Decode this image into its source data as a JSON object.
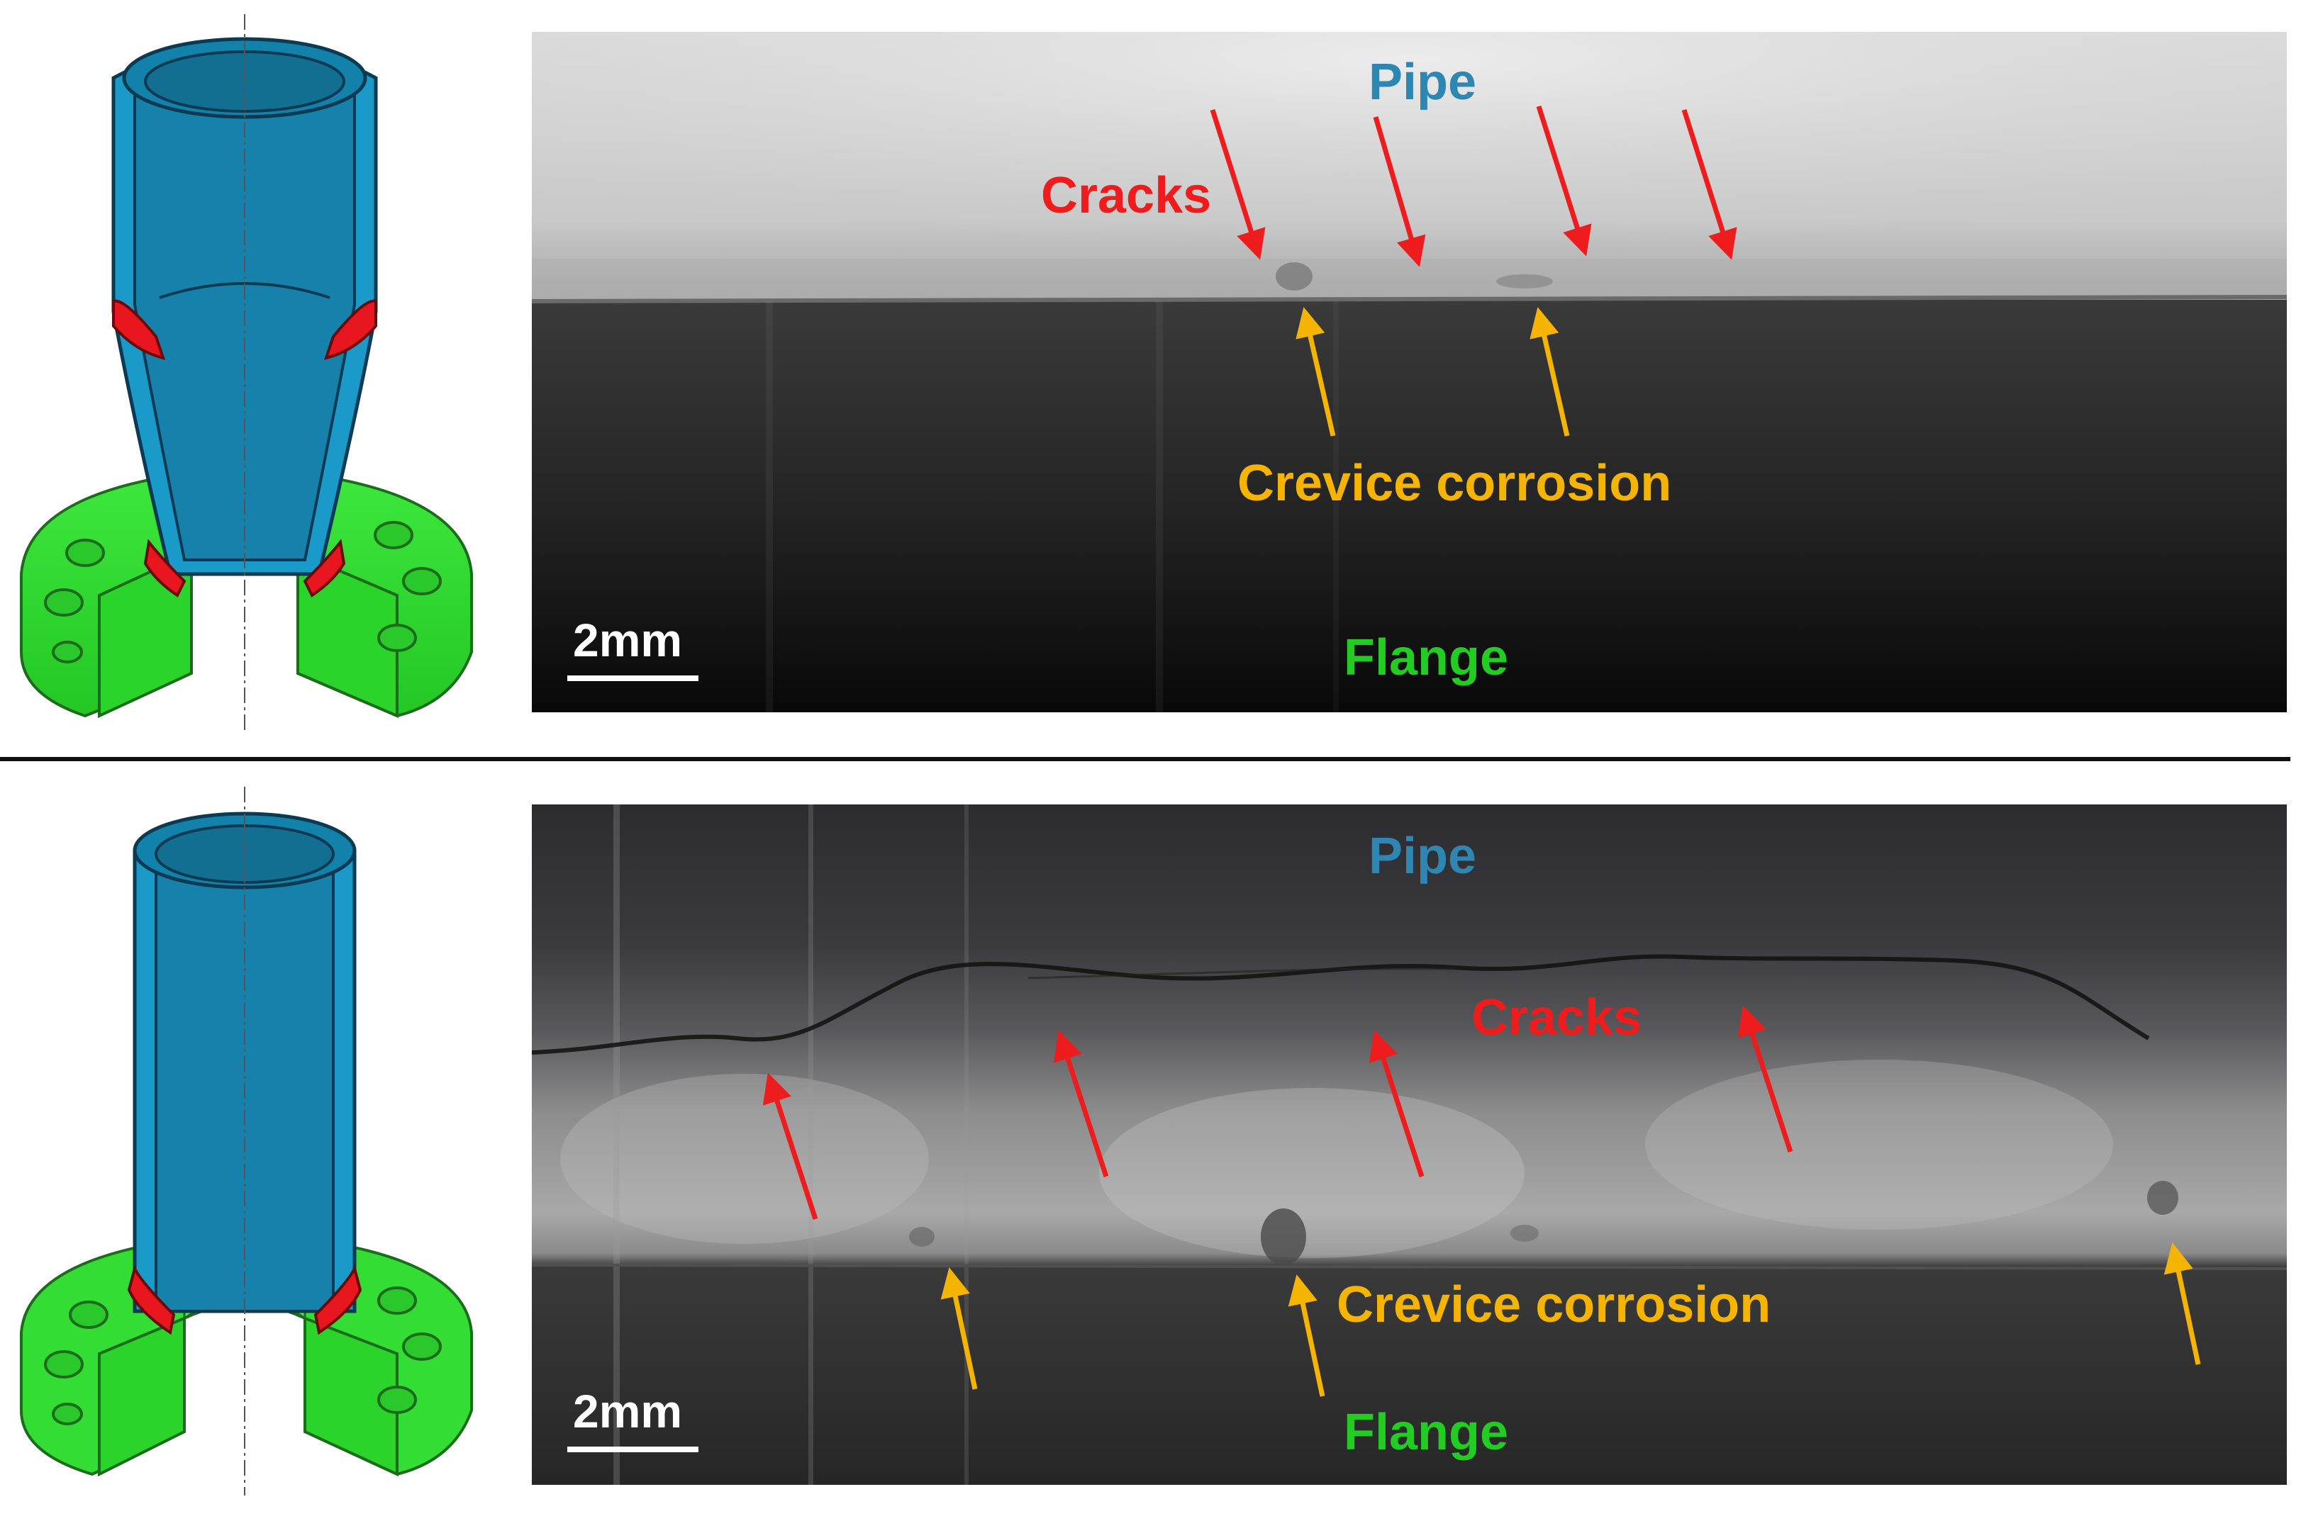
{
  "panels": [
    {
      "labels": {
        "pipe": "Pipe",
        "cracks": "Cracks",
        "crevice": "Crevice corrosion",
        "flange": "Flange",
        "scale": "2mm"
      }
    },
    {
      "labels": {
        "pipe": "Pipe",
        "cracks": "Cracks",
        "crevice": "Crevice corrosion",
        "flange": "Flange",
        "scale": "2mm"
      }
    }
  ],
  "colors": {
    "pipe": "#1a9ac8",
    "pipe_dark": "#126f92",
    "flange": "#33dd33",
    "weld": "#e8161e",
    "crack_arrow": "#ee1c1c",
    "crevice_arrow": "#f5b400"
  }
}
